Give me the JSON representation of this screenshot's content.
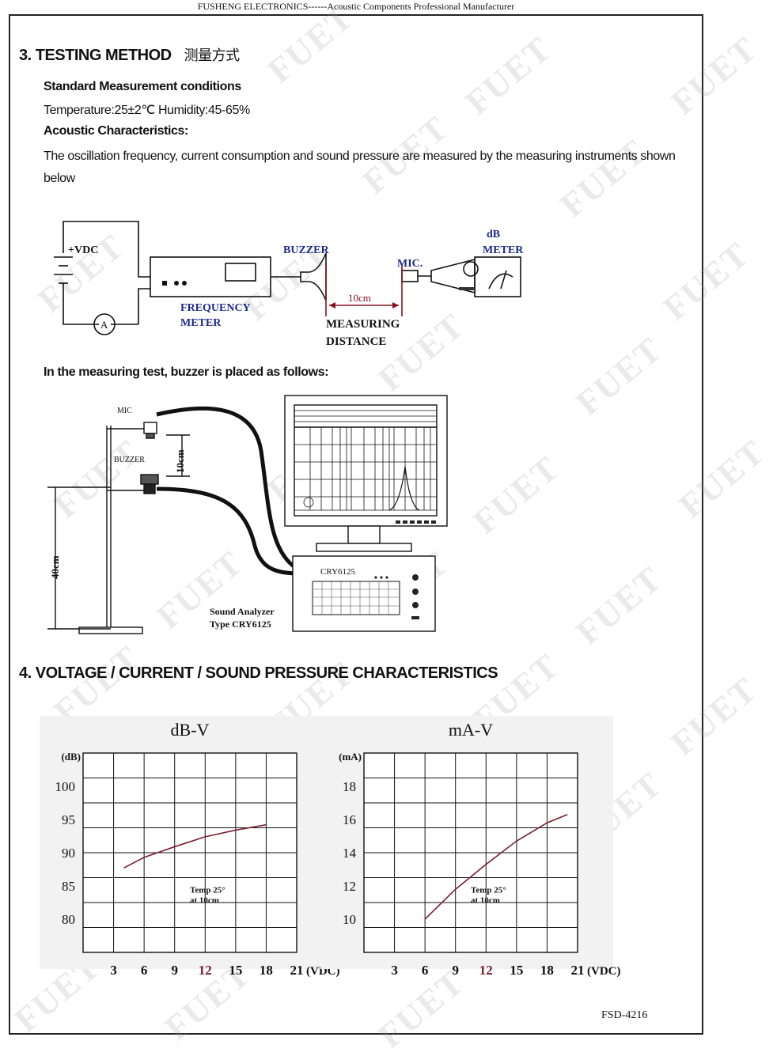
{
  "header": {
    "text": "FUSHENG ELECTRONICS------Acoustic Components Professional Manufacturer"
  },
  "watermark": {
    "text": "FUET"
  },
  "section3": {
    "title": "3. TESTING METHOD",
    "title_cn": "测量方式",
    "conditions_heading": "Standard Measurement conditions",
    "conditions_text": "Temperature:25±2℃ Humidity:45-65%",
    "acoustic_heading": "Acoustic Characteristics:",
    "acoustic_text": "The oscillation frequency, current consumption and sound pressure are measured by the measuring instruments shown below",
    "placement_heading": "In the measuring test, buzzer is placed as follows:"
  },
  "diagram1": {
    "vdc": "+VDC",
    "ammeter": "A",
    "freq_meter_1": "FREQUENCY",
    "freq_meter_2": "METER",
    "buzzer": "BUZZER",
    "distance": "10cm",
    "measuring_1": "MEASURING",
    "measuring_2": "DISTANCE",
    "mic": "MIC.",
    "db_meter_1": "dB",
    "db_meter_2": "METER"
  },
  "diagram2": {
    "mic": "MIC",
    "buzzer": "BUZZER",
    "gap": "10cm",
    "height": "40cm",
    "analyzer_model": "CRY6125",
    "analyzer_label_1": "Sound Analyzer",
    "analyzer_label_2": "Type CRY6125"
  },
  "section4": {
    "title": "4. VOLTAGE / CURRENT / SOUND PRESSURE CHARACTERISTICS"
  },
  "chart_data": [
    {
      "type": "line",
      "title": "dB-V",
      "ylabel": "(dB)",
      "xlabel": "(VDC)",
      "x_ticks": [
        "3",
        "6",
        "9",
        "12",
        "15",
        "18",
        "21"
      ],
      "y_ticks": [
        "80",
        "85",
        "90",
        "95",
        "100"
      ],
      "xlim": [
        0,
        21
      ],
      "ylim": [
        75,
        105
      ],
      "annotation": [
        "Temp 25°",
        "at 10cm"
      ],
      "series": [
        {
          "x": [
            4,
            6,
            9,
            12,
            15,
            18
          ],
          "y": [
            87.7,
            89.3,
            90.9,
            92.4,
            93.4,
            94.2
          ]
        }
      ],
      "line_color": "#7a2030",
      "grid": true
    },
    {
      "type": "line",
      "title": "mA-V",
      "ylabel": "(mA)",
      "xlabel": "(VDC)",
      "x_ticks": [
        "3",
        "6",
        "9",
        "12",
        "15",
        "18",
        "21"
      ],
      "y_ticks": [
        "10",
        "12",
        "14",
        "16",
        "18"
      ],
      "xlim": [
        0,
        21
      ],
      "ylim": [
        8,
        20
      ],
      "annotation": [
        "Temp 25°",
        "at 10cm"
      ],
      "series": [
        {
          "x": [
            6,
            9,
            12,
            15,
            18,
            20
          ],
          "y": [
            10.0,
            11.8,
            13.3,
            14.7,
            15.8,
            16.3
          ]
        }
      ],
      "line_color": "#7a2030",
      "grid": true
    }
  ],
  "footer": {
    "code": "FSD-4216"
  }
}
